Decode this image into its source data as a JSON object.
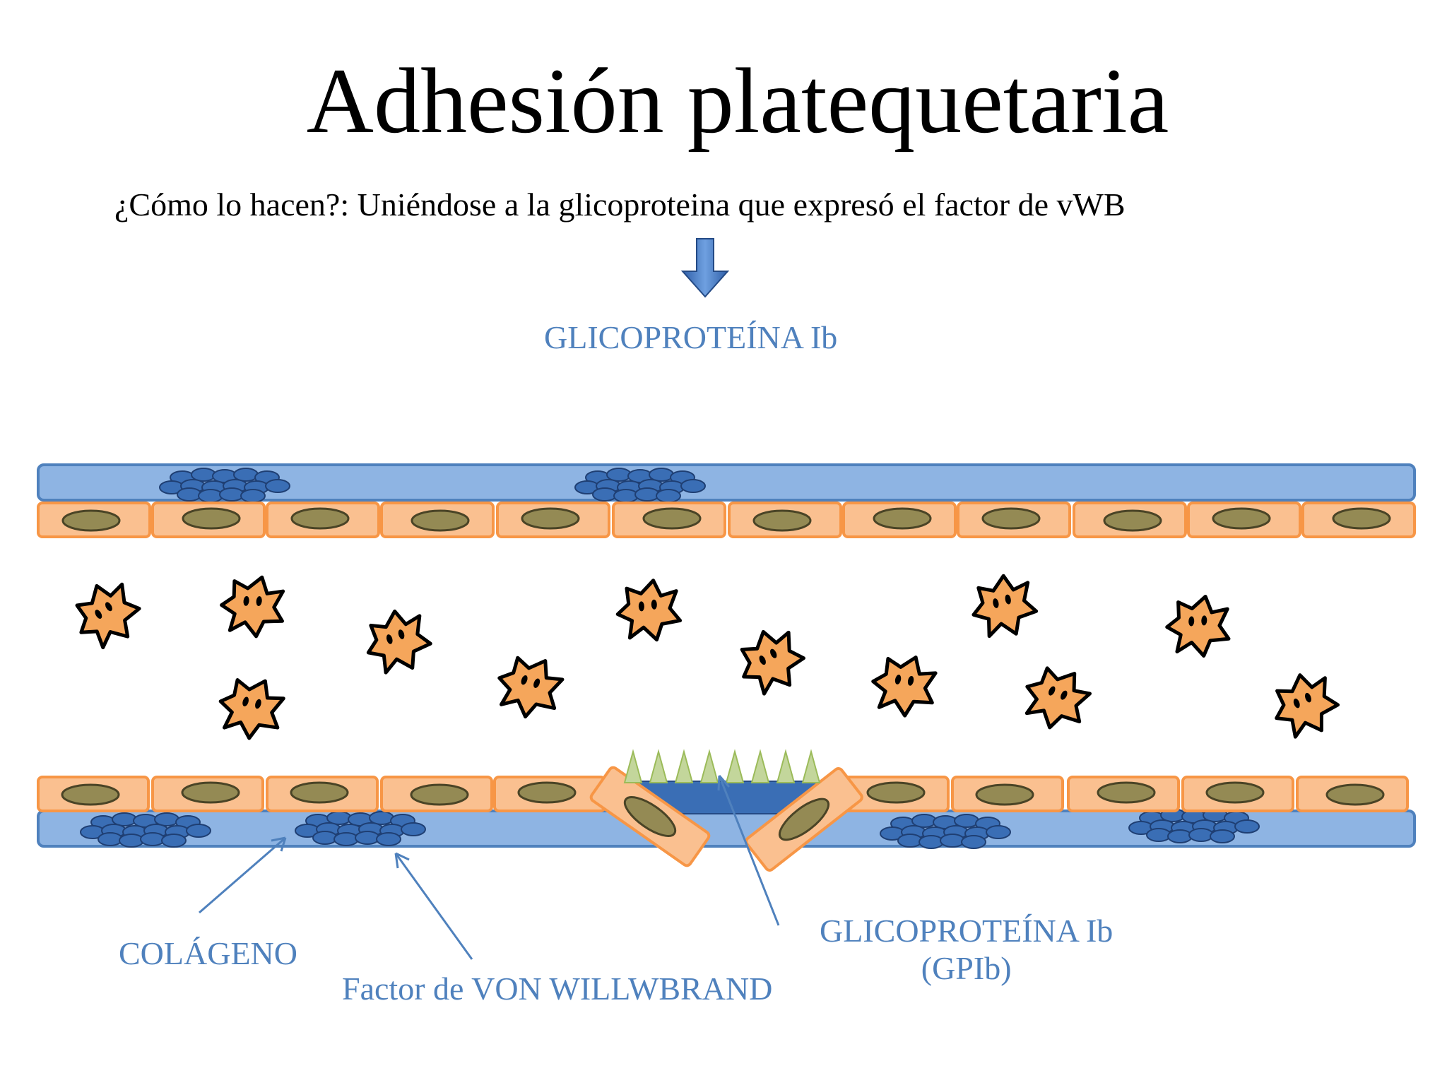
{
  "title": "Adhesión platequetaria",
  "subtitle": "¿Cómo lo hacen?: Uniéndose a la glicoproteina que expresó el factor de vWB",
  "arrow_icon": "down-arrow-icon",
  "labels": {
    "gp_top": "GLICOPROTEÍNA Ib",
    "colageno": "COLÁGENO",
    "vwf": "Factor de VON WILLWBRAND",
    "gp_bottom_line1": "GLICOPROTEÍNA Ib",
    "gp_bottom_line2": "(GPIb)"
  },
  "colors": {
    "membrane": "#8eb4e3",
    "membrane_stroke": "#4f81bd",
    "cell_fill": "#fac090",
    "cell_stroke": "#f79646",
    "nucleus": "#948a54",
    "collagen": "#3a6eb5",
    "gpib": "#c3d69b",
    "platelet": "#f5a65b",
    "label": "#4f81bd"
  }
}
